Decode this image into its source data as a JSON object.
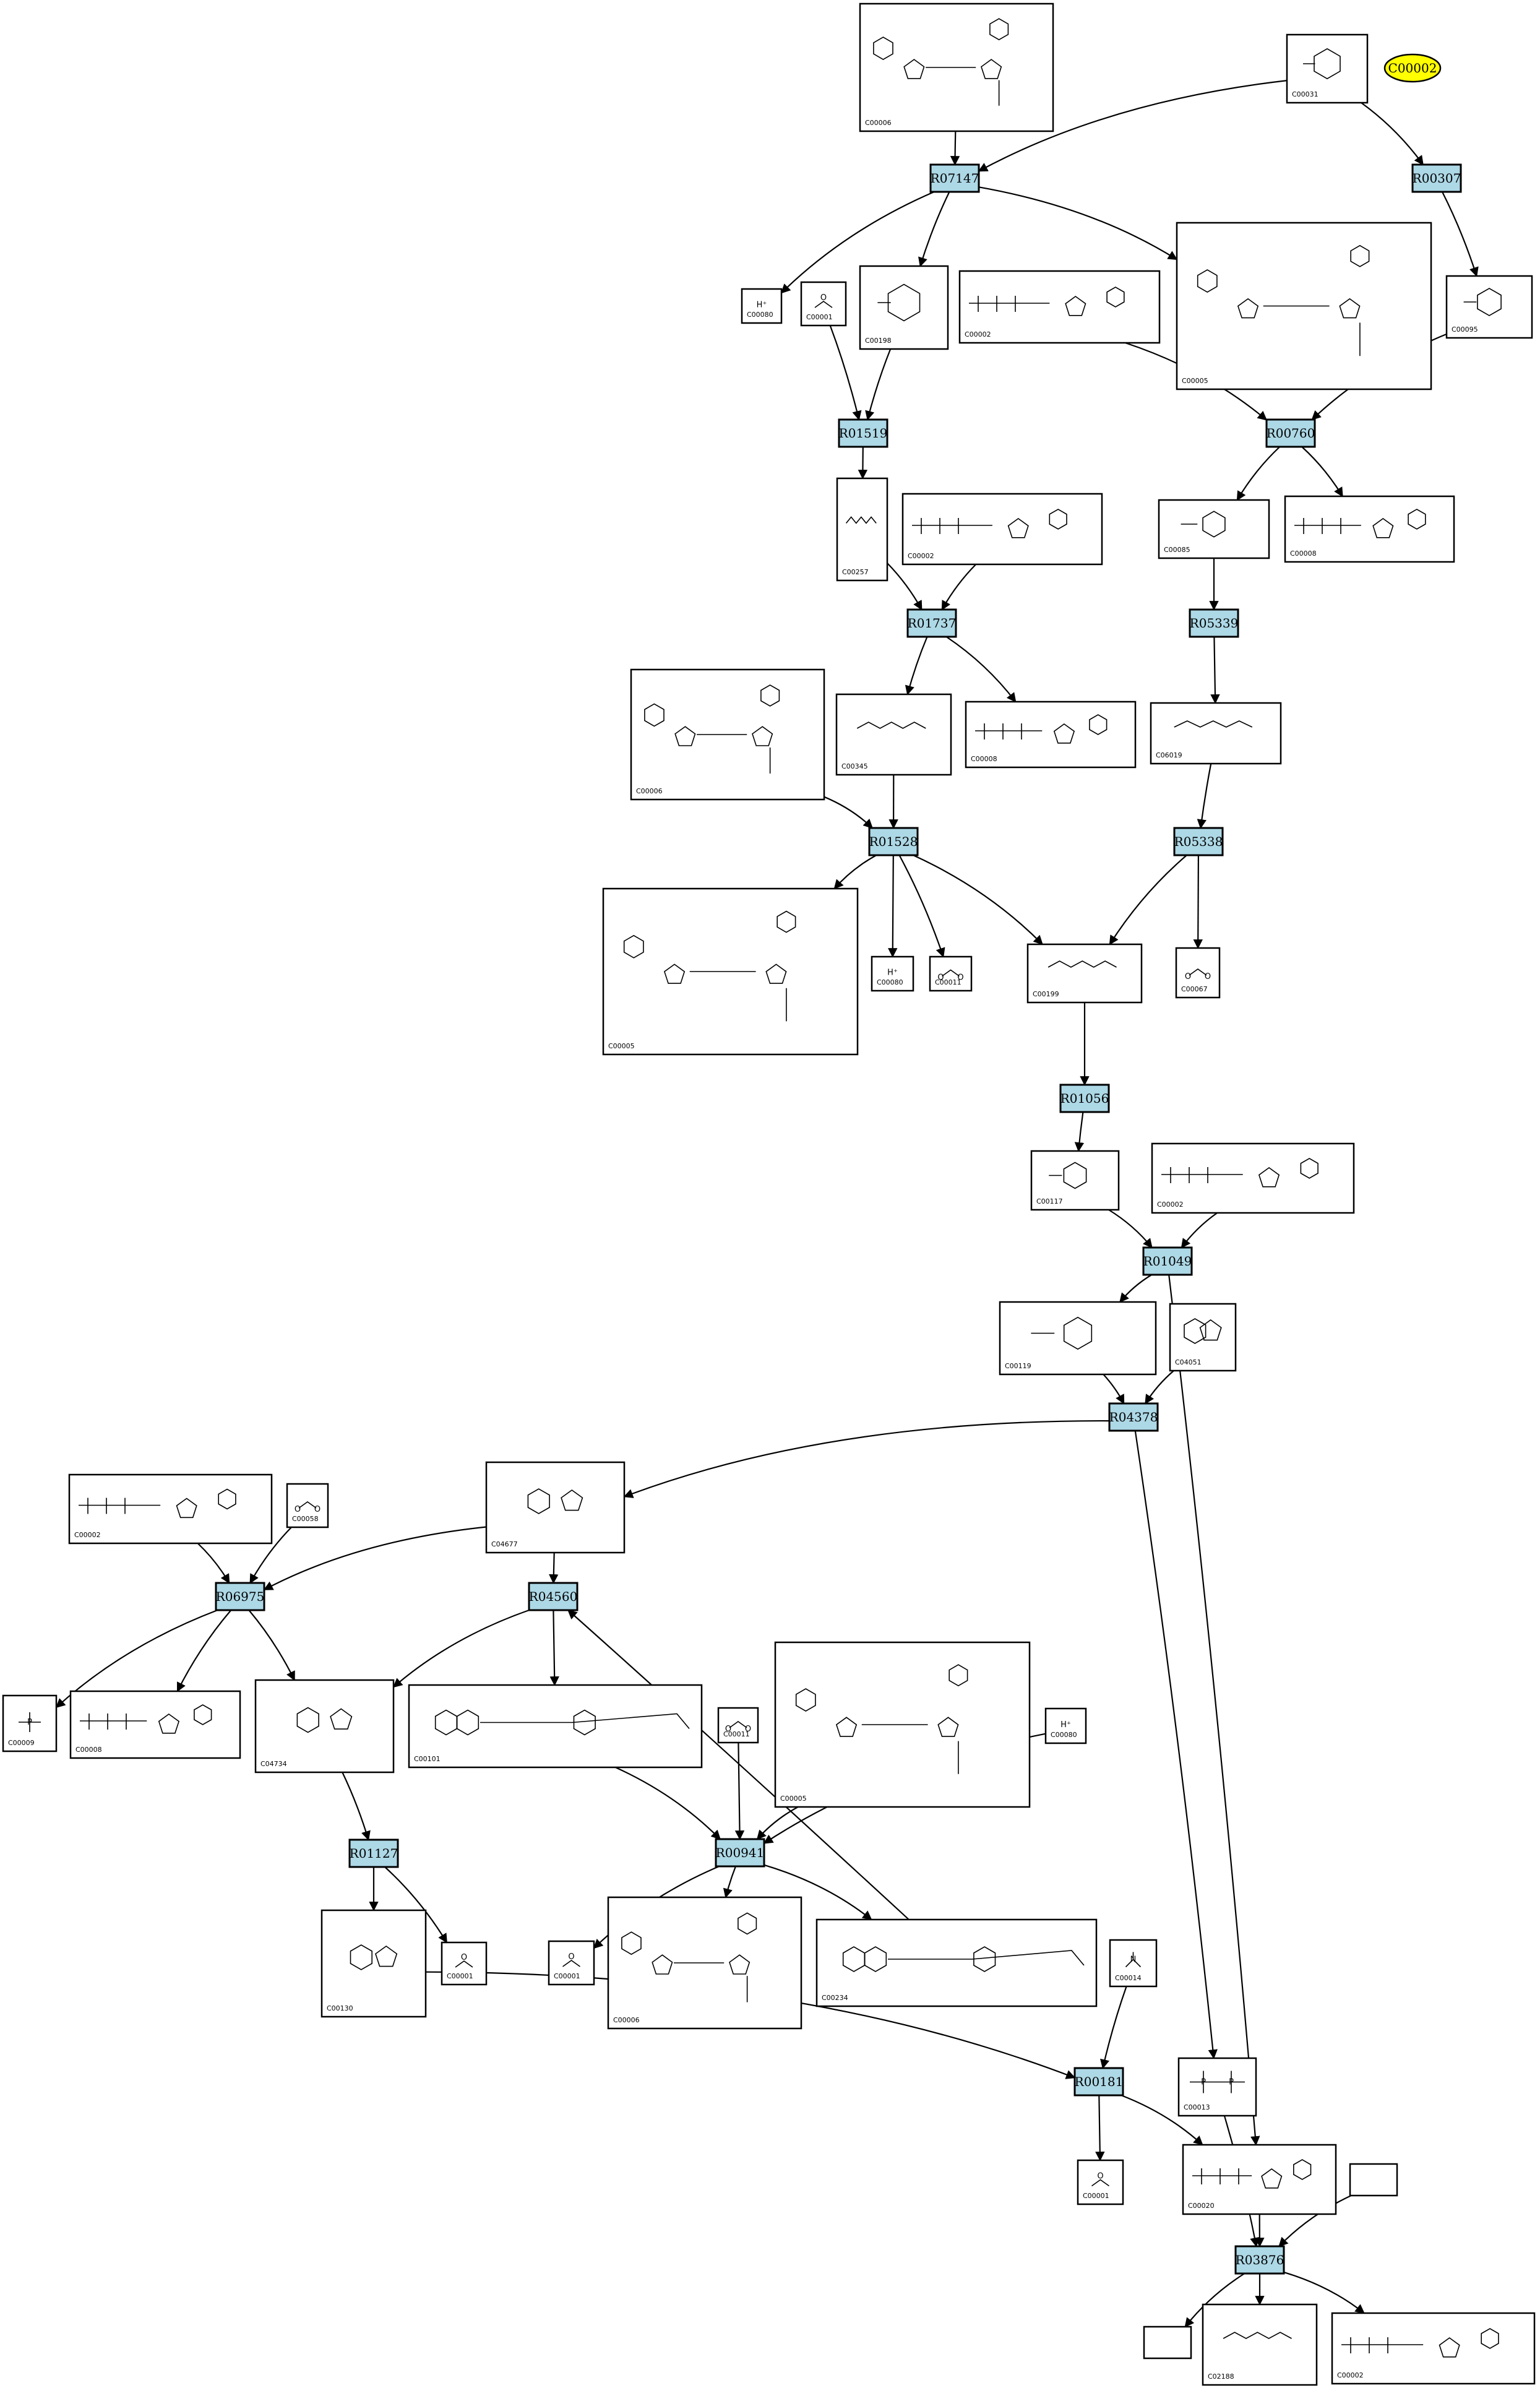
{
  "marker": {
    "label": "C00002"
  },
  "reactions": [
    {
      "id": "R07147"
    },
    {
      "id": "R00307"
    },
    {
      "id": "R01519"
    },
    {
      "id": "R00760"
    },
    {
      "id": "R01737"
    },
    {
      "id": "R05339"
    },
    {
      "id": "R01528"
    },
    {
      "id": "R05338"
    },
    {
      "id": "R01056"
    },
    {
      "id": "R01049"
    },
    {
      "id": "R04378"
    },
    {
      "id": "R06975"
    },
    {
      "id": "R04560"
    },
    {
      "id": "R01127"
    },
    {
      "id": "R00941"
    },
    {
      "id": "R00181"
    },
    {
      "id": "R03876"
    }
  ],
  "compounds": [
    {
      "key": "c_top_nadp",
      "id": "C00006",
      "mol": "nad"
    },
    {
      "key": "c_glc",
      "id": "C00031",
      "mol": "sugar"
    },
    {
      "key": "c_h_1",
      "id": "C00080",
      "mol": "text",
      "text": "H⁺"
    },
    {
      "key": "c_h2o_1",
      "id": "C00001",
      "mol": "water"
    },
    {
      "key": "c_gluclac",
      "id": "C00198",
      "mol": "sugar"
    },
    {
      "key": "c_atp_1",
      "id": "C00002",
      "mol": "atp"
    },
    {
      "key": "c_nadph_1",
      "id": "C00005",
      "mol": "nad"
    },
    {
      "key": "c_fru",
      "id": "C00095",
      "mol": "sugar"
    },
    {
      "key": "c_gluconate",
      "id": "C00257",
      "mol": "chain"
    },
    {
      "key": "c_atp_2",
      "id": "C00002",
      "mol": "atp"
    },
    {
      "key": "c_f6p",
      "id": "C00085",
      "mol": "sugar"
    },
    {
      "key": "c_adp_1",
      "id": "C00008",
      "mol": "atp"
    },
    {
      "key": "c_nadp_2",
      "id": "C00006",
      "mol": "nad"
    },
    {
      "key": "c_6pg",
      "id": "C00345",
      "mol": "chain"
    },
    {
      "key": "c_adp_2",
      "id": "C00008",
      "mol": "atp"
    },
    {
      "key": "c_c06019",
      "id": "C06019",
      "mol": "chain"
    },
    {
      "key": "c_nadph_2",
      "id": "C00005",
      "mol": "nad"
    },
    {
      "key": "c_h_2",
      "id": "C00080",
      "mol": "text",
      "text": "H⁺"
    },
    {
      "key": "c_co2",
      "id": "C00011",
      "mol": "co2"
    },
    {
      "key": "c_ru5p",
      "id": "C00199",
      "mol": "chain"
    },
    {
      "key": "c_formald",
      "id": "C00067",
      "mol": "co2"
    },
    {
      "key": "c_r5p",
      "id": "C00117",
      "mol": "sugar"
    },
    {
      "key": "c_atp_3",
      "id": "C00002",
      "mol": "atp"
    },
    {
      "key": "c_prpp",
      "id": "C00119",
      "mol": "sugar"
    },
    {
      "key": "c_c04051",
      "id": "C04051",
      "mol": "ring"
    },
    {
      "key": "c_atp_4",
      "id": "C00002",
      "mol": "atp"
    },
    {
      "key": "c_formate",
      "id": "C00058",
      "mol": "co2"
    },
    {
      "key": "c_aicar",
      "id": "C04677",
      "mol": "ring"
    },
    {
      "key": "c_pi",
      "id": "C00009",
      "mol": "pi"
    },
    {
      "key": "c_adp_3",
      "id": "C00008",
      "mol": "atp"
    },
    {
      "key": "c_fai",
      "id": "C04734",
      "mol": "ring"
    },
    {
      "key": "c_thf",
      "id": "C00101",
      "mol": "pterin"
    },
    {
      "key": "c_co2_2",
      "id": "C00011",
      "mol": "co2"
    },
    {
      "key": "c_nadph_3",
      "id": "C00005",
      "mol": "nad"
    },
    {
      "key": "c_h_3",
      "id": "C00080",
      "mol": "text",
      "text": "H⁺"
    },
    {
      "key": "c_imp",
      "id": "C00130",
      "mol": "ring"
    },
    {
      "key": "c_h2o_2",
      "id": "C00001",
      "mol": "water"
    },
    {
      "key": "c_h2o_3",
      "id": "C00001",
      "mol": "water"
    },
    {
      "key": "c_nadp_3",
      "id": "C00006",
      "mol": "nad"
    },
    {
      "key": "c_10fthf",
      "id": "C00234",
      "mol": "pterin"
    },
    {
      "key": "c_nh3",
      "id": "C00014",
      "mol": "nh3"
    },
    {
      "key": "c_ppi",
      "id": "C00013",
      "mol": "ppi"
    },
    {
      "key": "c_h2o_4",
      "id": "C00001",
      "mol": "water"
    },
    {
      "key": "c_amp",
      "id": "C00020",
      "mol": "atp"
    },
    {
      "key": "c_empty_1",
      "id": "",
      "mol": "none"
    },
    {
      "key": "c_empty_2",
      "id": "",
      "mol": "none"
    },
    {
      "key": "c_c02188",
      "id": "C02188",
      "mol": "chain"
    },
    {
      "key": "c_atp_5",
      "id": "C00002",
      "mol": "atp"
    }
  ],
  "edges": [
    [
      "c_top_nadp",
      "R07147"
    ],
    [
      "c_glc",
      "R07147"
    ],
    [
      "c_glc",
      "R00307"
    ],
    [
      "R07147",
      "c_h_1"
    ],
    [
      "R07147",
      "c_gluclac"
    ],
    [
      "R07147",
      "c_nadph_1"
    ],
    [
      "R00307",
      "c_fru"
    ],
    [
      "c_h2o_1",
      "R01519"
    ],
    [
      "c_gluclac",
      "R01519"
    ],
    [
      "R01519",
      "c_gluconate"
    ],
    [
      "c_atp_1",
      "R00760"
    ],
    [
      "c_fru",
      "R00760"
    ],
    [
      "R00760",
      "c_f6p"
    ],
    [
      "R00760",
      "c_adp_1"
    ],
    [
      "c_gluconate",
      "R01737"
    ],
    [
      "c_atp_2",
      "R01737"
    ],
    [
      "R01737",
      "c_6pg"
    ],
    [
      "R01737",
      "c_adp_2"
    ],
    [
      "c_f6p",
      "R05339"
    ],
    [
      "R05339",
      "c_c06019"
    ],
    [
      "c_nadp_2",
      "R01528"
    ],
    [
      "c_6pg",
      "R01528"
    ],
    [
      "R01528",
      "c_nadph_2"
    ],
    [
      "R01528",
      "c_h_2"
    ],
    [
      "R01528",
      "c_co2"
    ],
    [
      "R01528",
      "c_ru5p"
    ],
    [
      "c_c06019",
      "R05338"
    ],
    [
      "R05338",
      "c_ru5p"
    ],
    [
      "R05338",
      "c_formald"
    ],
    [
      "c_ru5p",
      "R01056"
    ],
    [
      "R01056",
      "c_r5p"
    ],
    [
      "c_r5p",
      "R01049"
    ],
    [
      "c_atp_3",
      "R01049"
    ],
    [
      "R01049",
      "c_prpp"
    ],
    [
      "R01049",
      "c_amp"
    ],
    [
      "c_prpp",
      "R04378"
    ],
    [
      "c_c04051",
      "R04378"
    ],
    [
      "R04378",
      "c_aicar"
    ],
    [
      "R04378",
      "c_ppi"
    ],
    [
      "c_atp_4",
      "R06975"
    ],
    [
      "c_formate",
      "R06975"
    ],
    [
      "c_aicar",
      "R06975"
    ],
    [
      "R06975",
      "c_pi"
    ],
    [
      "R06975",
      "c_adp_3"
    ],
    [
      "R06975",
      "c_fai"
    ],
    [
      "c_aicar",
      "R04560"
    ],
    [
      "R04560",
      "c_fai"
    ],
    [
      "R04560",
      "c_thf"
    ],
    [
      "c_10fthf",
      "R04560"
    ],
    [
      "c_fai",
      "R01127"
    ],
    [
      "R01127",
      "c_imp"
    ],
    [
      "R01127",
      "c_h2o_2"
    ],
    [
      "c_thf",
      "R00941"
    ],
    [
      "c_co2_2",
      "R00941"
    ],
    [
      "c_nadph_3",
      "R00941"
    ],
    [
      "c_h_3",
      "R00941"
    ],
    [
      "R00941",
      "c_h2o_3"
    ],
    [
      "R00941",
      "c_nadp_3"
    ],
    [
      "R00941",
      "c_10fthf"
    ],
    [
      "c_imp",
      "R00181"
    ],
    [
      "c_nh3",
      "R00181"
    ],
    [
      "R00181",
      "c_h2o_4"
    ],
    [
      "R00181",
      "c_amp"
    ],
    [
      "c_ppi",
      "R03876"
    ],
    [
      "c_amp",
      "R03876"
    ],
    [
      "c_empty_1",
      "R03876"
    ],
    [
      "R03876",
      "c_empty_2"
    ],
    [
      "R03876",
      "c_c02188"
    ],
    [
      "R03876",
      "c_atp_5"
    ]
  ]
}
